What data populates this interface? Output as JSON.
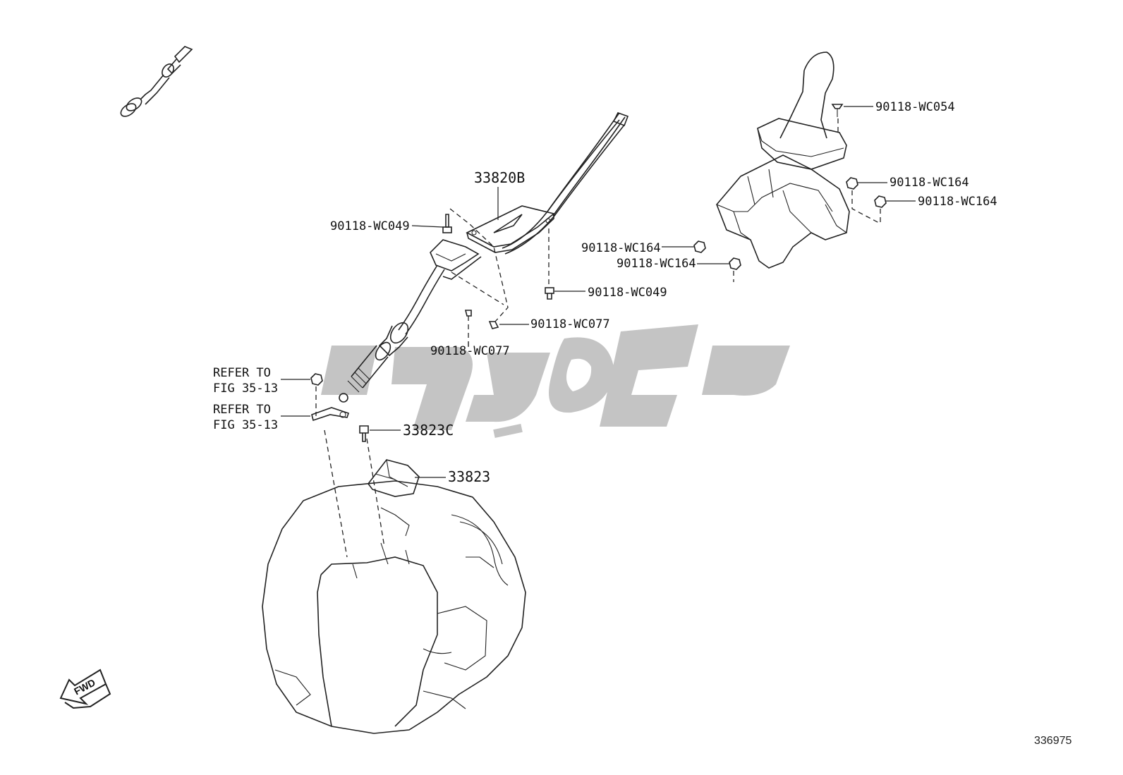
{
  "labels": {
    "cable_assy": "33820B",
    "bolt_upper_left": "90118-WC049",
    "bolt_lower": "90118-WC049",
    "clip_right": "90118-WC077",
    "clip_left": "90118-WC077",
    "screw_top": "90118-WC054",
    "nut_1": "90118-WC164",
    "nut_2": "90118-WC164",
    "nut_3": "90118-WC164",
    "nut_4": "90118-WC164",
    "bolt_bracket": "33823C",
    "bracket": "33823"
  },
  "refs": [
    {
      "line1": "REFER TO",
      "line2": "FIG 35-13"
    },
    {
      "line1": "REFER TO",
      "line2": "FIG 35-13"
    }
  ],
  "fwd_label": "FWD",
  "figure_number": "336975",
  "watermark_color": "#c4c4c4"
}
